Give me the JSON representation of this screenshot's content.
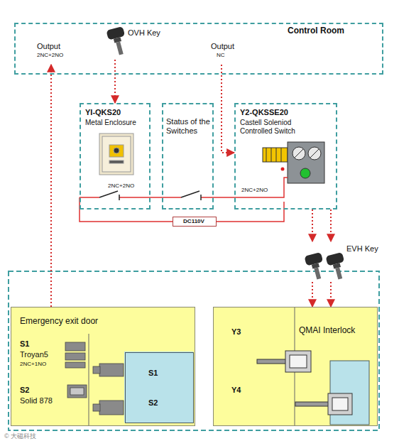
{
  "diagram": {
    "nodes": [
      {
        "text": [
          "Control Room"
        ]
      },
      {
        "text": [
          "Output",
          "2NC+2NO"
        ],
        "in": 0
      },
      {
        "text": [
          "OVH Key"
        ],
        "in": 0
      },
      {
        "text": [
          "Output",
          "NC"
        ],
        "in": 0
      },
      {
        "text": [
          "YI-QKS20",
          "Metal Enclosure",
          "2NC+2NO"
        ]
      },
      {
        "text": [
          "Status of the Switches"
        ]
      },
      {
        "text": [
          "Y2-QKSSE20",
          "Castell Soleniod Controlled Switch",
          "2NC+2NO"
        ]
      },
      {
        "text": [
          "DC110V"
        ]
      },
      {
        "text": [
          "EVH Key"
        ]
      },
      {
        "text": [
          "Emergency exit door",
          "S1",
          "Troyan5",
          "2NC+1NO",
          "S2",
          "Solid 878"
        ]
      },
      {
        "text": [
          "S1",
          "S2"
        ],
        "in": 9
      },
      {
        "text": [
          "Y3",
          "Y4",
          "QMAI Interlock"
        ]
      }
    ],
    "edges": [
      {
        "from": 9,
        "to": 1,
        "arrow": "to"
      },
      {
        "from": 2,
        "to": 4,
        "arrow": "to"
      },
      {
        "from": 3,
        "to": 6,
        "arrow": "to"
      },
      {
        "from": 6,
        "to": 8,
        "arrow": "to"
      },
      {
        "from": 6,
        "to": 8,
        "arrow": "to"
      },
      {
        "from": 8,
        "to": 11,
        "arrow": "to"
      },
      {
        "from": 8,
        "to": 11,
        "arrow": "to"
      }
    ],
    "labels": [
      "© 大磁科技"
    ]
  }
}
